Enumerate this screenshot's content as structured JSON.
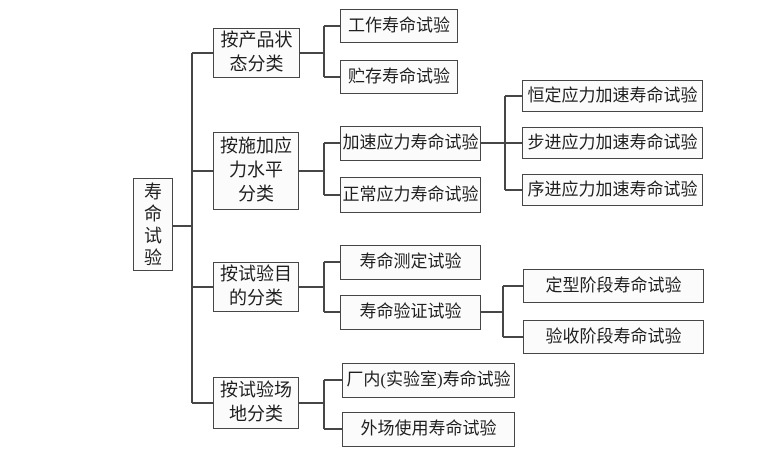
{
  "diagram": {
    "root": "寿命试验",
    "colors": {
      "line": "#464646",
      "box_fill": "#fbfbfb",
      "text": "#1f1f1f",
      "background": "#ffffff"
    },
    "groups": [
      {
        "category": "按产品状态分类",
        "category_lines": [
          "按产品状",
          "态分类"
        ],
        "children": [
          {
            "label": "工作寿命试验"
          },
          {
            "label": "贮存寿命试验"
          }
        ]
      },
      {
        "category": "按施加应力水平分类",
        "category_lines": [
          "按施加应",
          "力水平",
          "分类"
        ],
        "children": [
          {
            "label": "加速应力寿命试验",
            "children": [
              {
                "label": "恒定应力加速寿命试验"
              },
              {
                "label": "步进应力加速寿命试验"
              },
              {
                "label": "序进应力加速寿命试验"
              }
            ]
          },
          {
            "label": "正常应力寿命试验"
          }
        ]
      },
      {
        "category": "按试验目的分类",
        "category_lines": [
          "按试验目",
          "的分类"
        ],
        "children": [
          {
            "label": "寿命测定试验"
          },
          {
            "label": "寿命验证试验",
            "children": [
              {
                "label": "定型阶段寿命试验"
              },
              {
                "label": "验收阶段寿命试验"
              }
            ]
          }
        ]
      },
      {
        "category": "按试验场地分类",
        "category_lines": [
          "按试验场",
          "地分类"
        ],
        "children": [
          {
            "label": "厂内(实验室)寿命试验"
          },
          {
            "label": "外场使用寿命试验"
          }
        ]
      }
    ]
  }
}
